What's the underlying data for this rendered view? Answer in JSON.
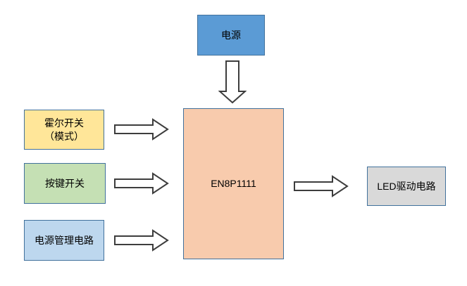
{
  "diagram": {
    "background_color": "#ffffff",
    "border_color": "#41719C",
    "arrow_outline_color": "#3d3d3d",
    "nodes": {
      "power": {
        "label": "电源",
        "fill": "#5B9BD5"
      },
      "hall": {
        "label_line1": "霍尔开关",
        "label_line2": "（模式）",
        "fill": "#FFE699"
      },
      "button": {
        "label": "按键开关",
        "fill": "#C5E0B4"
      },
      "power_mgmt": {
        "label": "电源管理电路",
        "fill": "#BDD7EE"
      },
      "mcu": {
        "label": "EN8P1111",
        "fill": "#F8CBAD"
      },
      "led_driver": {
        "label": "LED驱动电路",
        "fill": "#D9D9D9"
      }
    },
    "connections": [
      {
        "from": "power",
        "to": "mcu",
        "direction": "down"
      },
      {
        "from": "hall",
        "to": "mcu",
        "direction": "right"
      },
      {
        "from": "button",
        "to": "mcu",
        "direction": "right"
      },
      {
        "from": "power_mgmt",
        "to": "mcu",
        "direction": "right"
      },
      {
        "from": "mcu",
        "to": "led_driver",
        "direction": "right"
      }
    ]
  }
}
